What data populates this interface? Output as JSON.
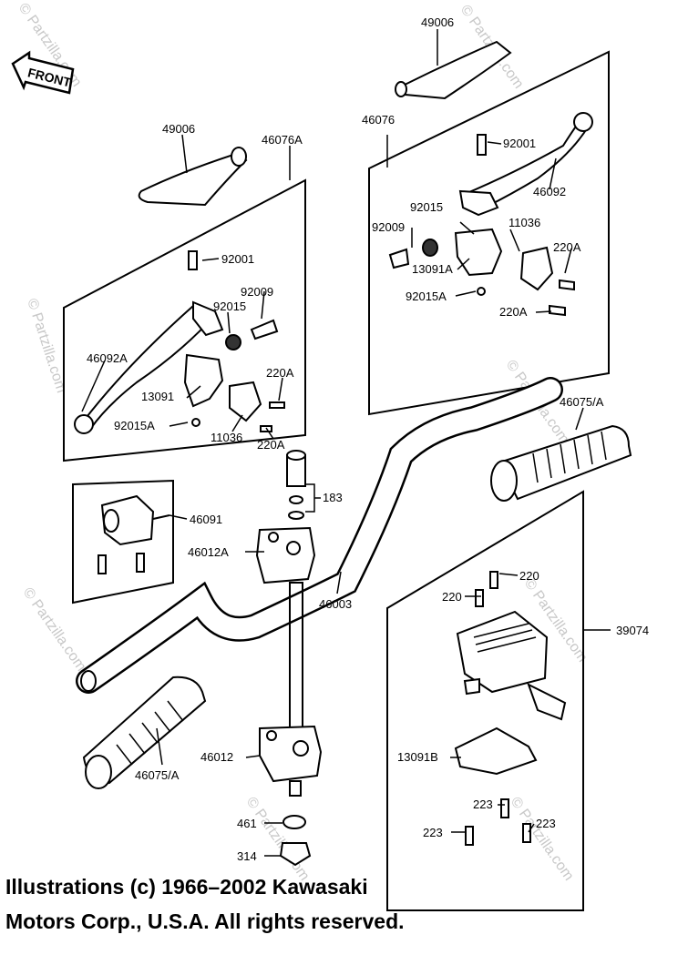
{
  "watermark": "© Partzilla.com",
  "front_badge": "FRONT",
  "copyright": {
    "line1": "Illustrations (c) 1966–2002 Kawasaki",
    "line2": "Motors Corp., U.S.A.  All rights reserved."
  },
  "labels": {
    "p49006_top": "49006",
    "p49006_left": "49006",
    "p46076": "46076",
    "p46076A": "46076A",
    "p92001_r": "92001",
    "p46092": "46092",
    "p92015_r": "92015",
    "p11036_r": "11036",
    "p92009_r": "92009",
    "p220A_r1": "220A",
    "p13091A": "13091A",
    "p92015A_r": "92015A",
    "p220A_r2": "220A",
    "p92001_l": "92001",
    "p92009_l": "92009",
    "p92015_l": "92015",
    "p46092A": "46092A",
    "p220A_l1": "220A",
    "p13091": "13091",
    "p92015A_l": "92015A",
    "p11036_l": "11036",
    "p220A_l2": "220A",
    "p46075A_r": "46075/A",
    "p183": "183",
    "p46091": "46091",
    "p46012A": "46012A",
    "p220_a": "220",
    "p220_b": "220",
    "p39074": "39074",
    "p46003": "46003",
    "p46012": "46012",
    "p13091B": "13091B",
    "p46075A_l": "46075/A",
    "p223_a": "223",
    "p223_b": "223",
    "p223_c": "223",
    "p461": "461",
    "p314": "314"
  }
}
